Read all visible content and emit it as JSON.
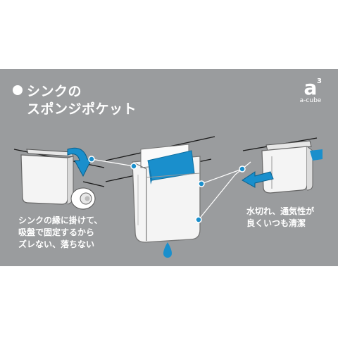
{
  "title": {
    "line1": "シンクの",
    "line2": "スポンジポケット"
  },
  "logo": {
    "mark": "a",
    "superscript": "3",
    "word": "a-cube"
  },
  "caption_left": {
    "line1": "シンクの縁に掛けて、",
    "line2": "吸盤で固定するから",
    "line3": "ズレない、落ちない"
  },
  "caption_right": {
    "line1": "水切れ、通気性が",
    "line2": "良くいつも清潔"
  },
  "colors": {
    "background": "#9a9c9e",
    "accent_blue": "#1a8fcc",
    "text": "#ffffff"
  }
}
